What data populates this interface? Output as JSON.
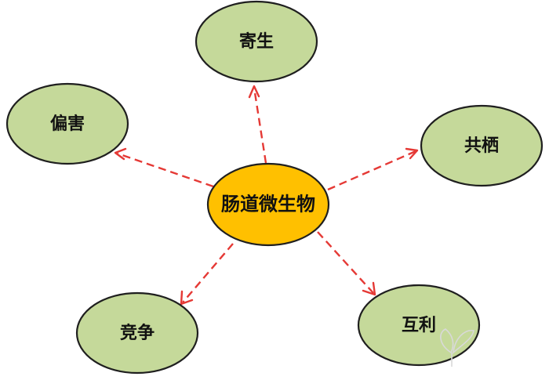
{
  "diagram": {
    "center": {
      "label": "肠道微生物"
    },
    "nodes": [
      {
        "id": "parasitism",
        "label": "寄生"
      },
      {
        "id": "amensalism",
        "label": "偏害"
      },
      {
        "id": "commensalism",
        "label": "共栖"
      },
      {
        "id": "competition",
        "label": "竞争"
      },
      {
        "id": "mutualism",
        "label": "互利"
      }
    ]
  },
  "colors": {
    "center_fill": "#ffc000",
    "node_fill": "#c5d99a",
    "arrow": "#e53935",
    "outline": "#1f1f1f"
  }
}
